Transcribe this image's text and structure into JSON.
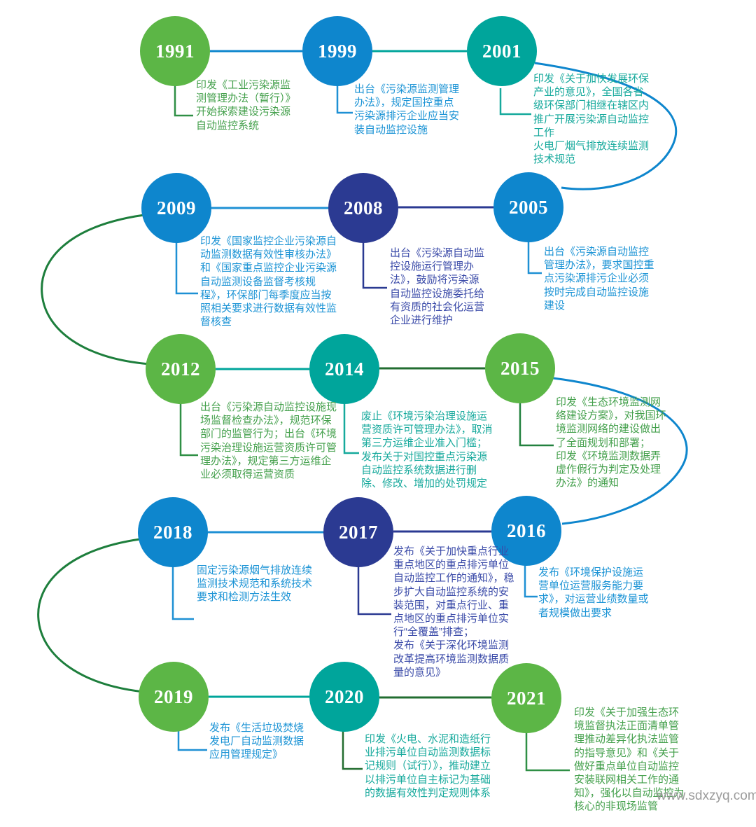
{
  "page": {
    "watermark": "www.sdxzyq.com"
  },
  "palette": {
    "circle_green": "#5cb646",
    "circle_blue": "#0e86cd",
    "circle_teal": "#00a59b",
    "circle_navy": "#2b3a92",
    "line_dark_green": "#1d7e3c",
    "line_light_blue": "#1e90d4",
    "text_green": "#44a04c",
    "text_blue": "#1b93d5",
    "text_teal": "#16a99c",
    "text_navy": "#3a4aa8",
    "year_text": "#ffffff",
    "watermark_gray": "#9b9b9b"
  },
  "timeline": {
    "events": [
      {
        "year": "1991",
        "circle_color": "green",
        "text_color": "green",
        "text": "印发《工业污染源监测管理办法（暂行）》开始探索建设污染源自动监控系统"
      },
      {
        "year": "1999",
        "circle_color": "blue",
        "text_color": "blue",
        "text": "出台《污染源监测管理办法》，规定国控重点污染源排污企业应当安装自动监控设施"
      },
      {
        "year": "2001",
        "circle_color": "teal",
        "text_color": "teal",
        "text": "印发《关于加快发展环保产业的意见》，全国各省级环保部门相继在辖区内推广开展污染源自动监控工作\n火电厂烟气排放连续监测技术规范"
      },
      {
        "year": "2009",
        "circle_color": "blue",
        "text_color": "blue",
        "text": "印发《国家监控企业污染源自动监测数据有效性审核办法》和《国家重点监控企业污染源自动监测设备监督考核规程》，环保部门每季度应当按照相关要求进行数据有效性监督核查"
      },
      {
        "year": "2008",
        "circle_color": "navy",
        "text_color": "navy",
        "text": "出台《污染源自动监控设施运行管理办法》，鼓励将污染源自动监控设施委托给有资质的社会化运营企业进行维护"
      },
      {
        "year": "2005",
        "circle_color": "blue",
        "text_color": "blue",
        "text": "出台《污染源自动监控管理办法》，要求国控重点污染源排污企业必须按时完成自动监控设施建设"
      },
      {
        "year": "2012",
        "circle_color": "green",
        "text_color": "green",
        "text": "出台《污染源自动监控设施现场监督检查办法》，规范环保部门的监管行为；出台《环境污染治理设施运营资质许可管理办法》，规定第三方运维企业必须取得运营资质"
      },
      {
        "year": "2014",
        "circle_color": "teal",
        "text_color": "teal",
        "text": "废止《环境污染治理设施运营资质许可管理办法》，取消第三方运维企业准入门槛；\n发布关于对国控重点污染源自动监控系统数据进行删除、修改、增加的处罚规定"
      },
      {
        "year": "2015",
        "circle_color": "green",
        "text_color": "green",
        "text": "印发《生态环境监测网络建设方案》，对我国环境监测网络的建设做出了全面规划和部署；\n印发《环境监测数据弄虚作假行为判定及处理办法》的通知"
      },
      {
        "year": "2018",
        "circle_color": "blue",
        "text_color": "blue",
        "text": "固定污染源烟气排放连续监测技术规范和系统技术要求和检测方法生效"
      },
      {
        "year": "2017",
        "circle_color": "navy",
        "text_color": "navy",
        "text": "发布《关于加快重点行业重点地区的重点排污单位自动监控工作的通知》，稳步扩大自动监控系统的安装范围，对重点行业、重点地区的重点排污单位实行“全覆盖”排查；\n发布《关于深化环境监测改革提高环境监测数据质量的意见》"
      },
      {
        "year": "2016",
        "circle_color": "blue",
        "text_color": "blue",
        "text": "发布《环境保护设施运营单位运营服务能力要求》，对运营业绩数量或者规模做出要求"
      },
      {
        "year": "2019",
        "circle_color": "green",
        "text_color": "blue",
        "text": "发布《生活垃圾焚烧发电厂自动监测数据应用管理规定》"
      },
      {
        "year": "2020",
        "circle_color": "teal",
        "text_color": "teal",
        "text": "印发《火电、水泥和造纸行业排污单位自动监测数据标记规则（试行）》，推动建立以排污单位自主标记为基础的数据有效性判定规则体系"
      },
      {
        "year": "2021",
        "circle_color": "green",
        "text_color": "green",
        "text": "印发《关于加强生态环境监督执法正面清单管理推动差异化执法监管的指导意见》和《关于做好重点单位自动监控安装联网相关工作的通知》，强化以自动监控为核心的非现场监管"
      }
    ]
  }
}
